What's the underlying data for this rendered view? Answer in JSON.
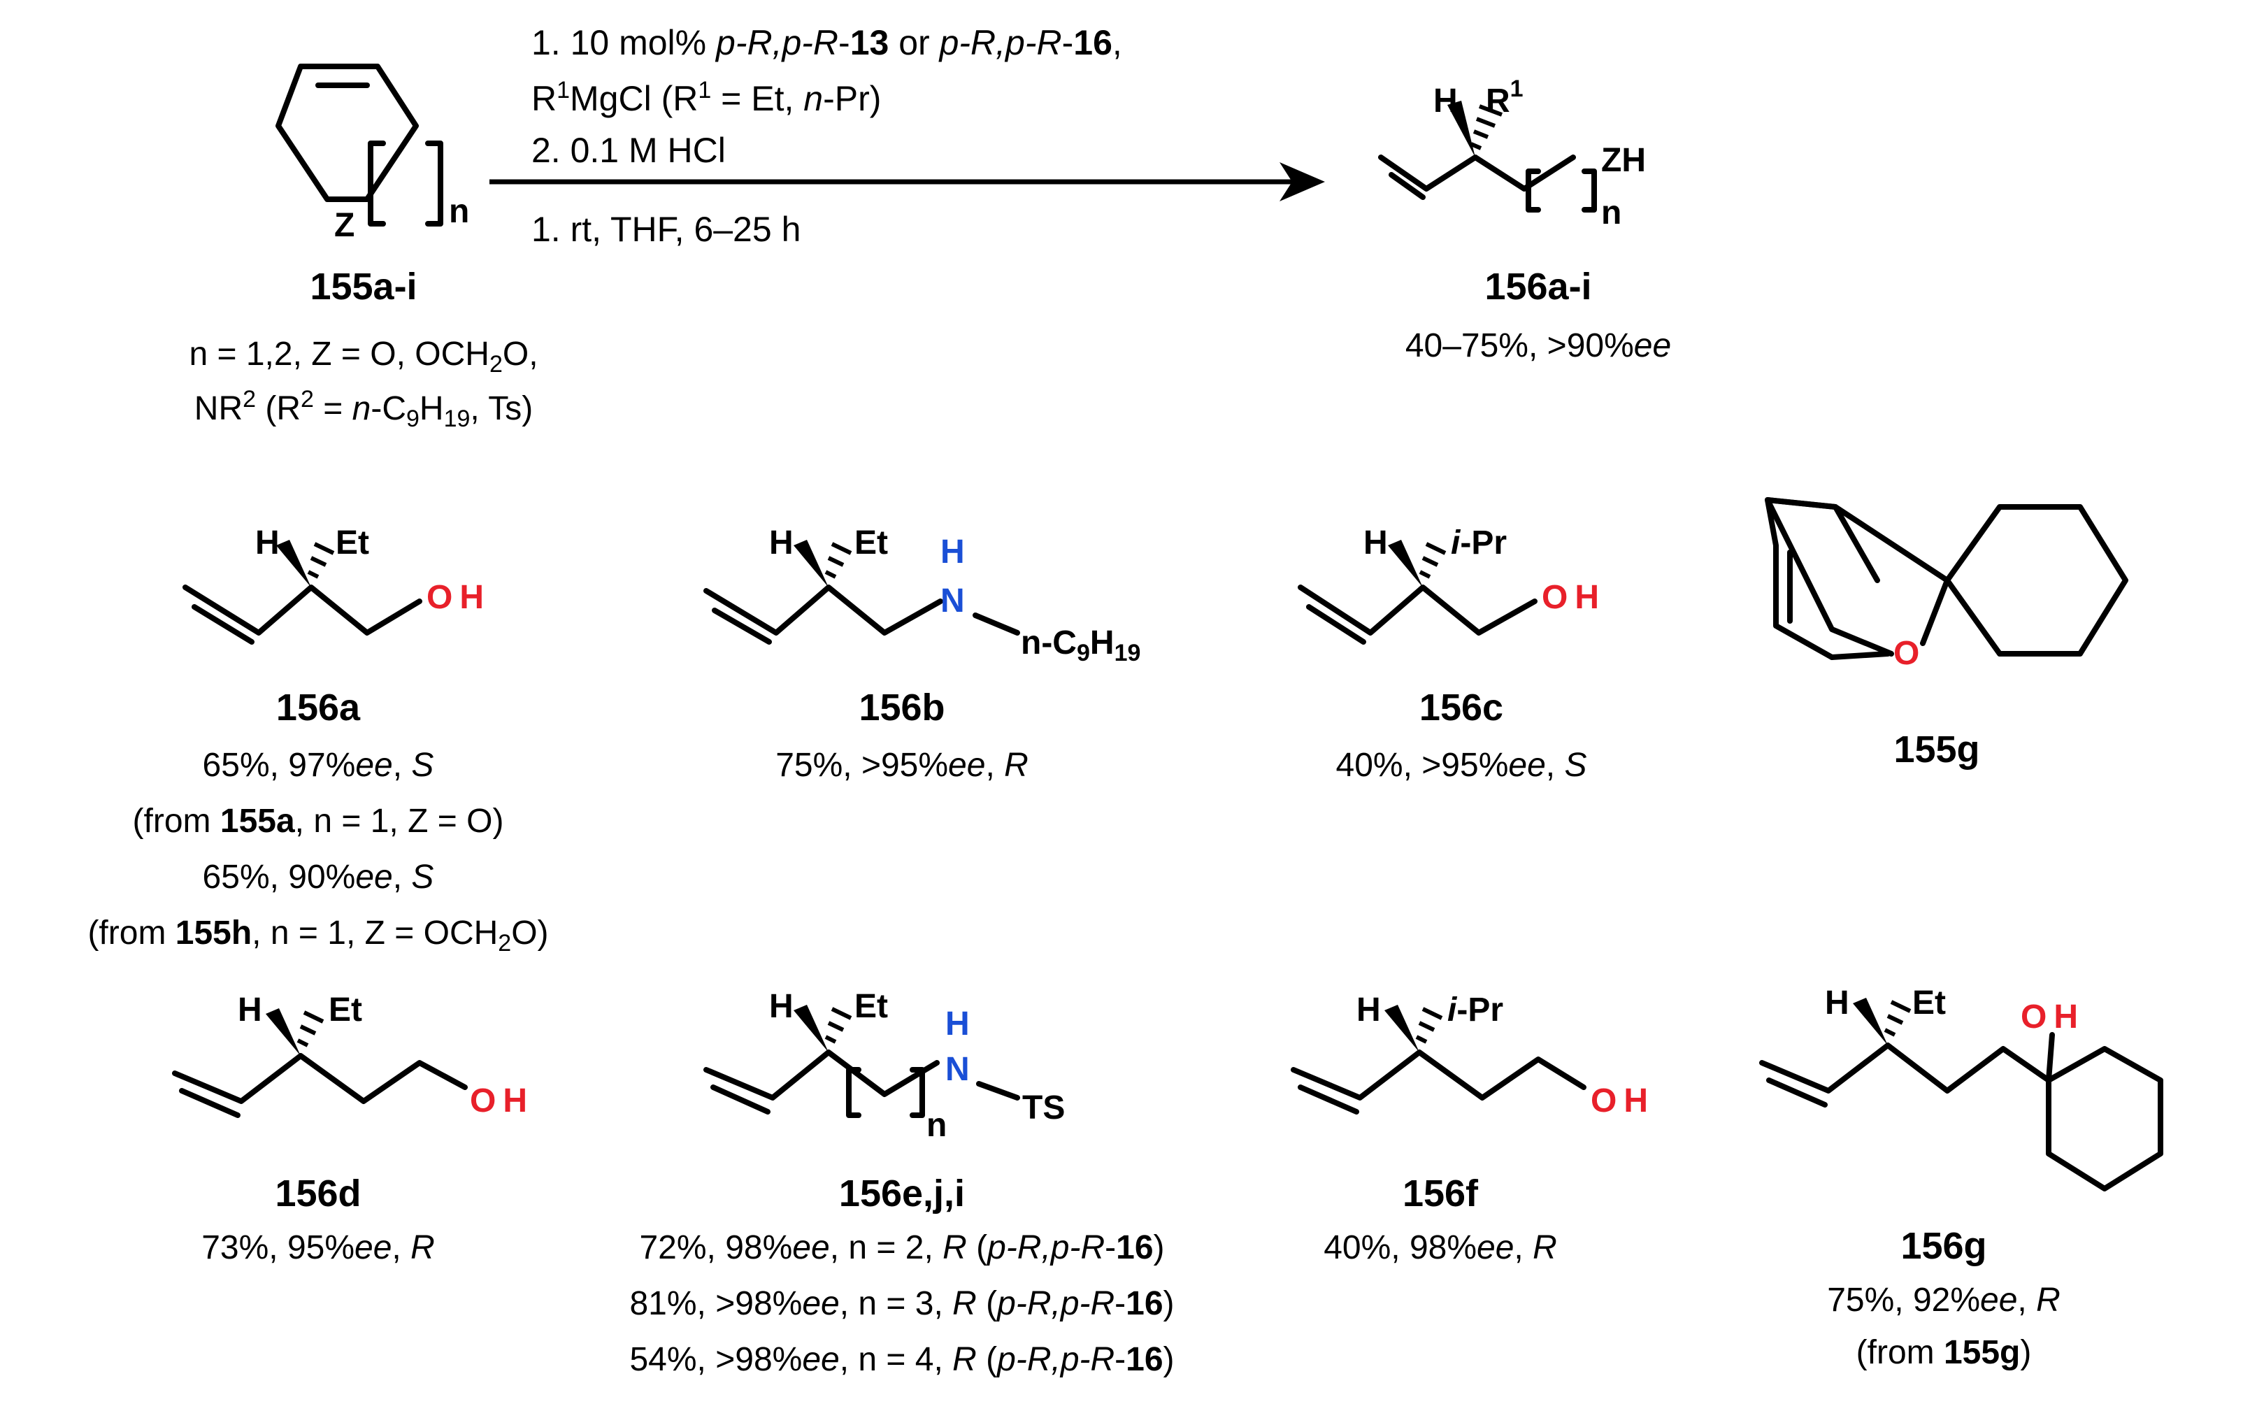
{
  "colors": {
    "oxygen": "#e8202a",
    "nitrogen": "#1a4fd6",
    "ink": "#000000"
  },
  "atoms": {
    "H": "H",
    "Z": "Z",
    "ZH": "ZH",
    "n": "n",
    "R1": "R",
    "sup1": "1",
    "Et": "Et",
    "iPr_i": "i",
    "iPr_rest": "-Pr",
    "O": "O",
    "OH_O": "O",
    "OH_H": "H",
    "N": "N",
    "NH_H": "H",
    "nC9H19_a": "n-C",
    "nC9H19_9": "9",
    "nC9H19_H": "H",
    "nC9H19_19": "19",
    "TS": "TS"
  },
  "reaction": {
    "line1_a": "1. 10 mol% ",
    "line1_b": "p-R,p-R",
    "line1_c": "-",
    "line1_d": "13",
    "line1_e": " or ",
    "line1_f": "p-R,p-R",
    "line1_g": "-",
    "line1_h": "16",
    "line1_i": ",",
    "line2_a": "R",
    "line2_b": "1",
    "line2_c": "MgCl (R",
    "line2_d": "1",
    "line2_e": " = Et, ",
    "line2_f": "n",
    "line2_g": "-Pr)",
    "line3": "2. 0.1 M HCl",
    "line4": "1. rt, THF, 6–25 h"
  },
  "substrate": {
    "label": "155a-i",
    "cond1": "n = 1,2, Z = O, OCH",
    "cond1_sub": "2",
    "cond1_end": "O,",
    "cond2_a": "NR",
    "cond2_b": "2",
    "cond2_c": " (R",
    "cond2_d": "2",
    "cond2_e": " = ",
    "cond2_f": "n",
    "cond2_g": "-C",
    "cond2_h": "9",
    "cond2_i": "H",
    "cond2_j": "19",
    "cond2_k": ", Ts)"
  },
  "product": {
    "label": "156a-i",
    "yield_a": "40–75%, >90%",
    "yield_b": "ee"
  },
  "compounds": {
    "c156a": {
      "label": "156a",
      "l1": "65%, 97%",
      "l1ee": "ee",
      "l1c": ", ",
      "l1S": "S",
      "l2a": "(from ",
      "l2b": "155a",
      "l2c": ", n = 1, Z = O)",
      "l3": "65%, 90%",
      "l3ee": "ee",
      "l3c": ", ",
      "l3S": "S",
      "l4a": "(from ",
      "l4b": "155h",
      "l4c": ", n = 1, Z = OCH",
      "l4d": "2",
      "l4e": "O)"
    },
    "c156b": {
      "label": "156b",
      "l1": "75%, >95%",
      "ee": "ee",
      "c": ", ",
      "cfg": "R"
    },
    "c156c": {
      "label": "156c",
      "l1": "40%, >95%",
      "ee": "ee",
      "c": ", ",
      "cfg": "S"
    },
    "c155g": {
      "label": "155g"
    },
    "c156d": {
      "label": "156d",
      "l1": "73%, 95%",
      "ee": "ee",
      "c": ", ",
      "cfg": "R"
    },
    "c156e": {
      "label": "156e,j,i",
      "rows": [
        {
          "a": "72%, 98%",
          "ee": "ee",
          "b": ", n = 2, ",
          "cfg": "R",
          "c": " (",
          "cat": "p-R,p-R",
          "d": "-",
          "num": "16",
          "e": ")"
        },
        {
          "a": "81%, >98%",
          "ee": "ee",
          "b": ", n = 3, ",
          "cfg": "R",
          "c": " (",
          "cat": "p-R,p-R",
          "d": "-",
          "num": "16",
          "e": ")"
        },
        {
          "a": "54%, >98%",
          "ee": "ee",
          "b": ", n = 4, ",
          "cfg": "R",
          "c": " (",
          "cat": "p-R,p-R",
          "d": "-",
          "num": "16",
          "e": ")"
        }
      ]
    },
    "c156f": {
      "label": "156f",
      "l1": "40%, 98%",
      "ee": "ee",
      "c": ", ",
      "cfg": "R"
    },
    "c156g": {
      "label": "156g",
      "l1": "75%, 92%",
      "ee": "ee",
      "c": ", ",
      "cfg": "R",
      "l2a": "(from ",
      "l2b": "155g",
      "l2c": ")"
    }
  }
}
